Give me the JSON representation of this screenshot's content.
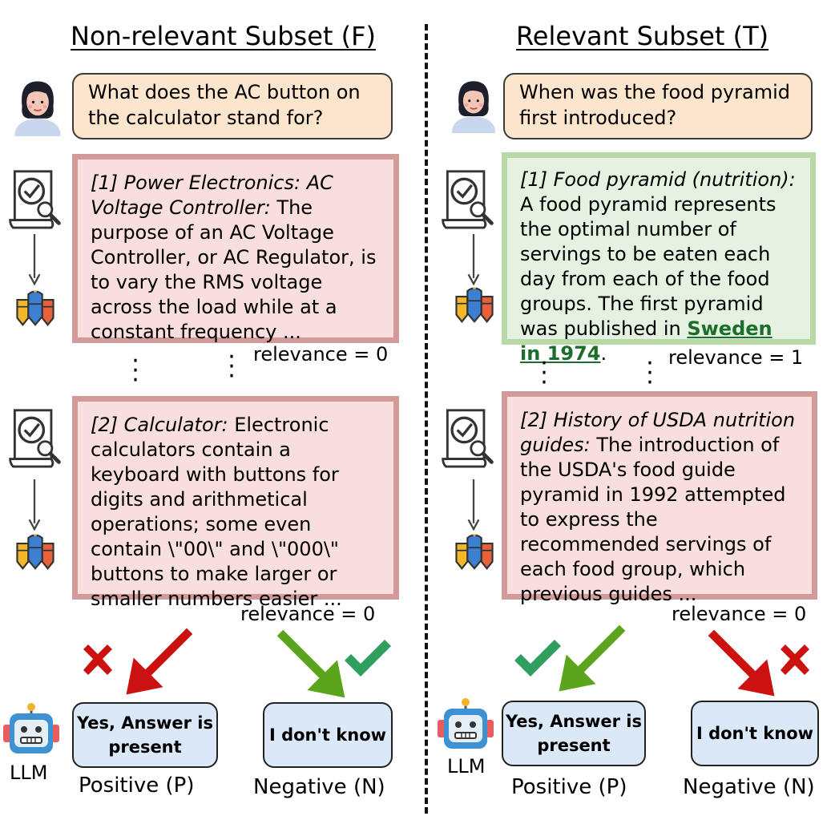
{
  "left": {
    "title": "Non-relevant Subset (F)",
    "question": "What does the AC button on the calculator stand for?",
    "doc1": {
      "title": "[1] Power Electronics: AC Voltage Controller:",
      "body": " The purpose of an AC Voltage Controller, or AC Regulator, is to vary the RMS voltage across the load while at a constant frequency ..."
    },
    "doc1_relevance": "relevance = 0",
    "doc2": {
      "title": "[2] Calculator:",
      "body": " Electronic calculators contain a keyboard with buttons for digits and arithmetical operations; some even contain \\\"00\\\" and \\\"000\\\" buttons to make larger or smaller numbers easier ..."
    },
    "doc2_relevance": "relevance = 0",
    "positive_box": "Yes, Answer is present",
    "negative_box": "I don't know",
    "positive_label": "Positive (P)",
    "negative_label": "Negative (N)",
    "llm_label": "LLM"
  },
  "right": {
    "title": "Relevant Subset (T)",
    "question": "When was the food pyramid first introduced?",
    "doc1": {
      "title": "[1] Food pyramid (nutrition):",
      "body": " A food pyramid represents the optimal number of servings to be eaten each day from each of the food groups. The first pyramid was published in ",
      "answer": "Sweden in 1974",
      "tail": "."
    },
    "doc1_relevance": "relevance = 1",
    "doc2": {
      "title": "[2] History of USDA nutrition guides:",
      "body": " The introduction of the USDA's food guide pyramid in 1992 attempted to express the recommended servings of each food group, which previous guides ..."
    },
    "doc2_relevance": "relevance = 0",
    "positive_box": "Yes, Answer is present",
    "negative_box": "I don't know",
    "positive_label": "Positive (P)",
    "negative_label": "Negative (N)",
    "llm_label": "LLM"
  },
  "icons": [
    "person-icon",
    "document-check-icon",
    "down-arrow-icon",
    "crayons-icon",
    "robot-icon",
    "check-mark-icon",
    "cross-mark-icon",
    "green-arrow-icon",
    "red-arrow-icon"
  ],
  "colors": {
    "question_bg": "#fce5cd",
    "irrelevant_bg": "#f9dede",
    "irrelevant_border": "#d39a9a",
    "relevant_bg": "#e5f1e1",
    "relevant_border": "#b8d9a6",
    "answer_text": "#1c6e2c",
    "output_bg": "#dbe8f8",
    "green_arrow": "#5aa51c",
    "red_arrow": "#cc1111",
    "check": "#2f9e5e"
  }
}
